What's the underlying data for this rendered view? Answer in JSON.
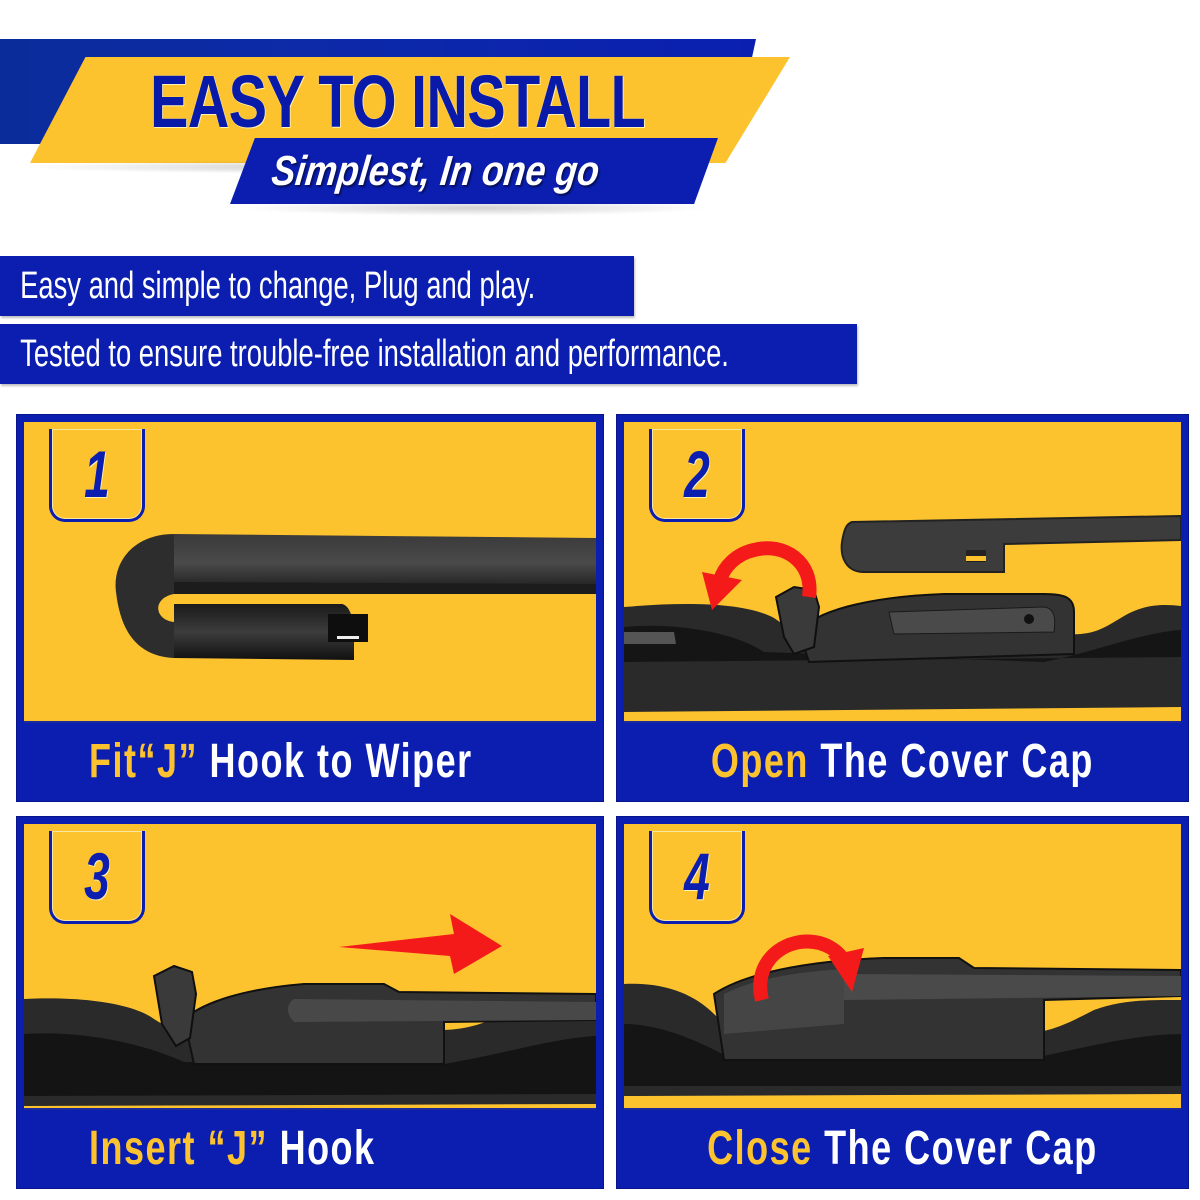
{
  "header": {
    "title": "EASY TO INSTALL",
    "subtitle": "Simplest, In one go"
  },
  "features": [
    "Easy and simple to change, Plug and play.",
    "Tested to ensure trouble-free installation and performance."
  ],
  "steps": [
    {
      "number": "1",
      "caption_highlight": "Fit“J”",
      "caption_rest": " Hook to Wiper",
      "illustration": "j-hook-wiper-arm",
      "arrow": "none"
    },
    {
      "number": "2",
      "caption_highlight": "Open",
      "caption_rest": " The Cover Cap",
      "illustration": "wiper-adapter-cap-open",
      "arrow": "curved-counterclockwise-red"
    },
    {
      "number": "3",
      "caption_highlight": "Insert “J”",
      "caption_rest": " Hook",
      "illustration": "j-hook-inserted-into-adapter",
      "arrow": "straight-right-red"
    },
    {
      "number": "4",
      "caption_highlight": "Close",
      "caption_rest": " The Cover Cap",
      "illustration": "wiper-adapter-cap-closed",
      "arrow": "curved-clockwise-red"
    }
  ],
  "colors": {
    "brand_blue": "#0b1eb0",
    "brand_yellow": "#fdc32f",
    "arrow_red": "#f51a1a",
    "wiper_dark": "#2a2a2a"
  }
}
